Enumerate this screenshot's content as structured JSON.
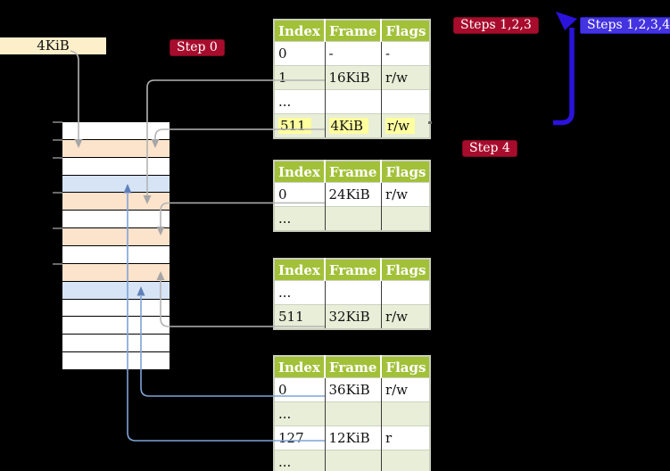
{
  "labels": {
    "page_size": "4KiB",
    "step0": "Step 0",
    "steps123": "Steps 1,2,3",
    "steps1234": "Steps 1,2,3,4",
    "step4": "Step 4"
  },
  "colors": {
    "background": "#000000",
    "table_header_bg": "#a2c139",
    "table_shaded_row_bg": "#e8eed7",
    "highlight_yellow": "#feff9e",
    "step_label_red": "#a80c2d",
    "steps_label_blue": "#4433e0",
    "page_size_box": "#fcefc9",
    "memory_row_peach": "#fce3cc",
    "memory_row_blue": "#d6e4f6",
    "connector_gray": "#b4b4b4",
    "connector_blue": "#7fa3d7",
    "big_arrow_blue": "#2b13dc"
  },
  "memory_stack": {
    "rows": [
      "white",
      "peach",
      "white",
      "blue",
      "peach",
      "white",
      "peach",
      "white",
      "peach",
      "blue",
      "white",
      "white",
      "white",
      "white"
    ]
  },
  "page_tables": [
    {
      "headers": [
        "Index",
        "Frame",
        "Flags"
      ],
      "rows": [
        {
          "cells": [
            "0",
            "-",
            "-"
          ],
          "shaded": false,
          "highlighted": false
        },
        {
          "cells": [
            "1",
            "16KiB",
            "r/w"
          ],
          "shaded": true,
          "highlighted": false
        },
        {
          "cells": [
            "...",
            "",
            ""
          ],
          "shaded": false,
          "highlighted": false
        },
        {
          "cells": [
            "511",
            "4KiB",
            "r/w"
          ],
          "shaded": true,
          "highlighted": true
        }
      ]
    },
    {
      "headers": [
        "Index",
        "Frame",
        "Flags"
      ],
      "rows": [
        {
          "cells": [
            "0",
            "24KiB",
            "r/w"
          ],
          "shaded": false,
          "highlighted": false
        },
        {
          "cells": [
            "...",
            "",
            ""
          ],
          "shaded": true,
          "highlighted": false
        }
      ]
    },
    {
      "headers": [
        "Index",
        "Frame",
        "Flags"
      ],
      "rows": [
        {
          "cells": [
            "...",
            "",
            ""
          ],
          "shaded": false,
          "highlighted": false
        },
        {
          "cells": [
            "511",
            "32KiB",
            "r/w"
          ],
          "shaded": true,
          "highlighted": false
        }
      ]
    },
    {
      "headers": [
        "Index",
        "Frame",
        "Flags"
      ],
      "rows": [
        {
          "cells": [
            "0",
            "36KiB",
            "r/w"
          ],
          "shaded": false,
          "highlighted": false
        },
        {
          "cells": [
            "...",
            "",
            ""
          ],
          "shaded": true,
          "highlighted": false
        },
        {
          "cells": [
            "127",
            "12KiB",
            "r"
          ],
          "shaded": false,
          "highlighted": false
        },
        {
          "cells": [
            "...",
            "",
            ""
          ],
          "shaded": true,
          "highlighted": false
        }
      ]
    }
  ]
}
